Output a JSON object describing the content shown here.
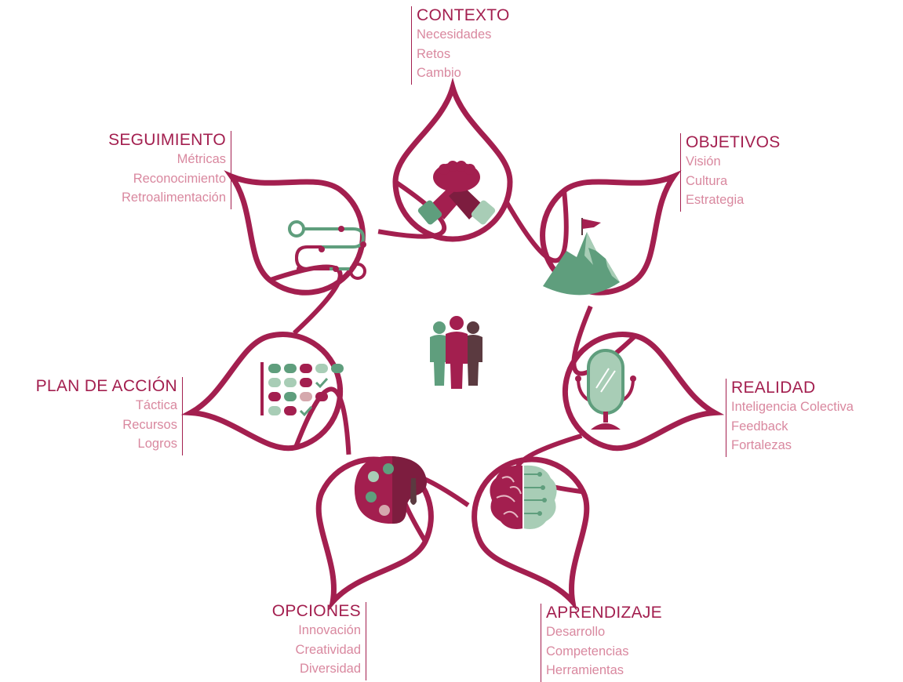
{
  "colors": {
    "maroon": "#a31f4f",
    "pink": "#d9889f",
    "green": "#5f9e7d",
    "light_green": "#a8cdb6",
    "dark_brown": "#5b3a40",
    "light_pink": "#d5a8ad"
  },
  "sections": {
    "contexto": {
      "title": "CONTEXTO",
      "items": [
        "Necesidades",
        "Retos",
        "Cambio"
      ],
      "icon": "handshake-icon"
    },
    "objetivos": {
      "title": "OBJETIVOS",
      "items": [
        "Visión",
        "Cultura",
        "Estrategia"
      ],
      "icon": "mountain-flag-icon"
    },
    "realidad": {
      "title": "REALIDAD",
      "items": [
        "Inteligencia Colectiva",
        "Feedback",
        "Fortalezas"
      ],
      "icon": "mirror-icon"
    },
    "aprendizaje": {
      "title": "APRENDIZAJE",
      "items": [
        "Desarrollo",
        "Competencias",
        "Herramientas"
      ],
      "icon": "brain-icon"
    },
    "opciones": {
      "title": "OPCIONES",
      "items": [
        "Innovación",
        "Creatividad",
        "Diversidad"
      ],
      "icon": "palette-icon"
    },
    "plan": {
      "title": "PLAN DE ACCIÓN",
      "items": [
        "Táctica",
        "Recursos",
        "Logros"
      ],
      "icon": "checklist-icon"
    },
    "seguimiento": {
      "title": "SEGUIMIENTO",
      "items": [
        "Métricas",
        "Reconocimiento",
        "Retroalimentación"
      ],
      "icon": "roadmap-icon"
    }
  },
  "center": {
    "icon": "team-icon"
  }
}
